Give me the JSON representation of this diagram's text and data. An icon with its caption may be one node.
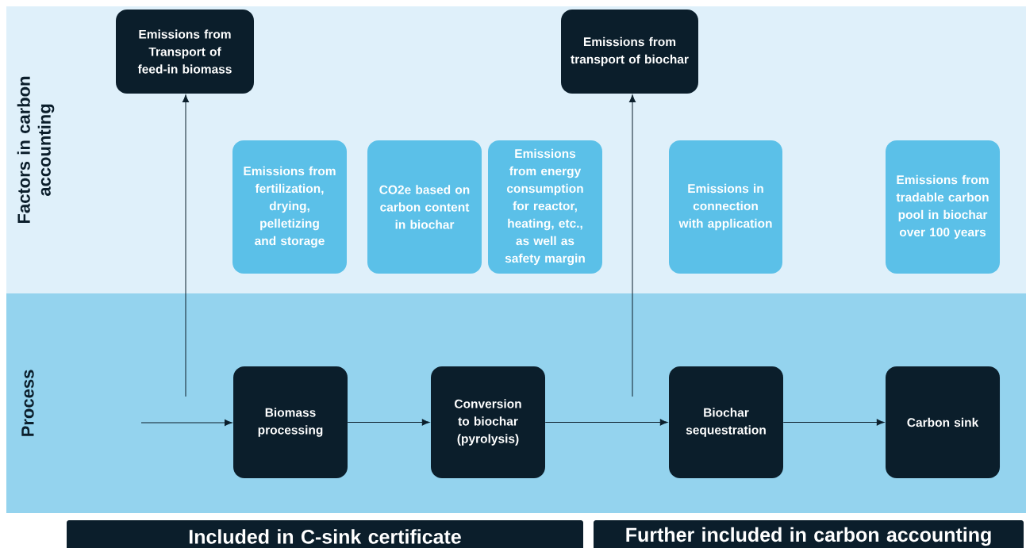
{
  "diagram": {
    "nodes": [
      {
        "text": [
          "Factors in carbon accounting"
        ]
      },
      {
        "text": [
          "Process"
        ]
      },
      {
        "text": [
          "Emissions from Transport of feed-in biomass"
        ],
        "in": 0
      },
      {
        "text": [
          "Emissions from transport of biochar"
        ],
        "in": 0
      },
      {
        "text": [
          "Emissions from fertilization, drying, pelletizing and storage"
        ],
        "in": 0
      },
      {
        "text": [
          "CO2e based on carbon content in biochar"
        ],
        "in": 0
      },
      {
        "text": [
          "Emissions from energy consumption for reactor, heating, etc., as well as safety margin"
        ],
        "in": 0
      },
      {
        "text": [
          "Emissions in connection with application"
        ],
        "in": 0
      },
      {
        "text": [
          "Emissions from tradable carbon pool in biochar over 100 years"
        ],
        "in": 0
      },
      {
        "text": [
          "Biomass processing"
        ],
        "in": 1
      },
      {
        "text": [
          "Conversion to biochar (pyrolysis)"
        ],
        "in": 1
      },
      {
        "text": [
          "Biochar sequestration"
        ],
        "in": 1
      },
      {
        "text": [
          "Carbon sink"
        ],
        "in": 1
      },
      {
        "text": [
          "Included in C-sink certificate"
        ]
      },
      {
        "text": [
          "Further included in carbon accounting"
        ]
      }
    ],
    "edges": [
      {
        "from": null,
        "to": 9,
        "arrow": "to"
      },
      {
        "from": 9,
        "to": 10,
        "arrow": "to"
      },
      {
        "from": 10,
        "to": 11,
        "arrow": "to"
      },
      {
        "from": 11,
        "to": 12,
        "arrow": "to"
      },
      {
        "from": null,
        "to": 2,
        "arrow": "to"
      },
      {
        "from": null,
        "to": 3,
        "arrow": "to"
      }
    ]
  }
}
